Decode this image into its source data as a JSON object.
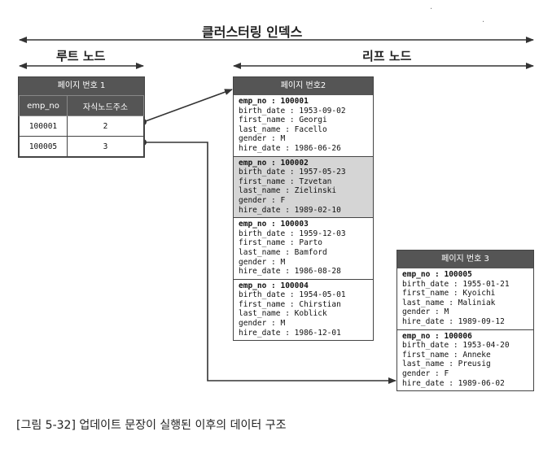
{
  "labels": {
    "clustered_index": "클러스터링 인덱스",
    "root_node": "루트 노드",
    "leaf_node": "리프 노드"
  },
  "root_page": {
    "title": "페이지 번호 1",
    "col_key": "emp_no",
    "col_child": "자식노드주소",
    "rows": [
      {
        "emp_no": "100001",
        "child": "2"
      },
      {
        "emp_no": "100005",
        "child": "3"
      }
    ]
  },
  "leaf_page_2": {
    "title": "페이지 번호2",
    "records": [
      {
        "emp_no": "emp_no : 100001",
        "birth_date": "birth_date : 1953-09-02",
        "first_name": "first_name : Georgi",
        "last_name": "last_name : Facello",
        "gender": "gender : M",
        "hire_date": "hire_date : 1986-06-26"
      },
      {
        "emp_no": "emp_no : 100002",
        "birth_date": "birth_date : 1957-05-23",
        "first_name": "first_name : Tzvetan",
        "last_name": "last_name : Zielinski",
        "gender": "gender : F",
        "hire_date": "hire_date : 1989-02-10"
      },
      {
        "emp_no": "emp_no : 100003",
        "birth_date": "birth_date : 1959-12-03",
        "first_name": "first_name : Parto",
        "last_name": "last_name : Bamford",
        "gender": "gender : M",
        "hire_date": "hire_date : 1986-08-28"
      },
      {
        "emp_no": "emp_no : 100004",
        "birth_date": "birth_date : 1954-05-01",
        "first_name": "first_name : Chirstian",
        "last_name": "last_name : Koblick",
        "gender": "gender : M",
        "hire_date": "hire_date : 1986-12-01"
      }
    ]
  },
  "leaf_page_3": {
    "title": "페이지 번호 3",
    "records": [
      {
        "emp_no": "emp_no : 100005",
        "birth_date": "birth_date : 1955-01-21",
        "first_name": "first_name : Kyoichi",
        "last_name": "last_name : Maliniak",
        "gender": "gender : M",
        "hire_date": "hire_date : 1989-09-12"
      },
      {
        "emp_no": "emp_no : 100006",
        "birth_date": "birth_date : 1953-04-20",
        "first_name": "first_name : Anneke",
        "last_name": "last_name : Preusig",
        "gender": "gender : F",
        "hire_date": "hire_date : 1989-06-02"
      }
    ]
  },
  "caption": "[그림 5-32] 업데이트 문장이 실행된 이후의 데이터 구조"
}
